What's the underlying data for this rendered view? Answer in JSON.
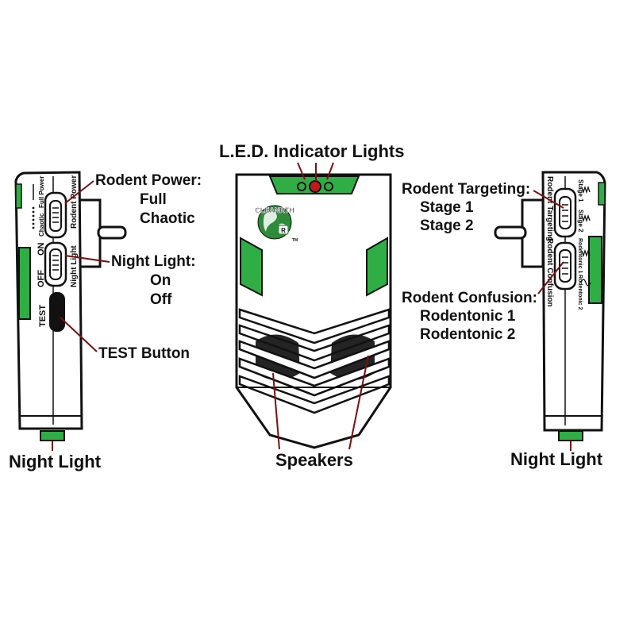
{
  "colors": {
    "accent_green": "#2fae45",
    "outline": "#111111",
    "body_fill": "#ffffff",
    "led_red": "#c8141e",
    "leader_line": "#7a1010",
    "logo_green": "#2e8b3a"
  },
  "labels": {
    "led": "L.E.D. Indicator Lights",
    "rodent_power": "Rodent Power:",
    "rp_full": "Full",
    "rp_chaotic": "Chaotic",
    "night_light": "Night Light:",
    "nl_on": "On",
    "nl_off": "Off",
    "test_button": "TEST Button",
    "night_light_left": "Night Light",
    "speakers": "Speakers",
    "night_light_right": "Night Light",
    "rodent_targeting": "Rodent Targeting:",
    "rt_stage1": "Stage 1",
    "rt_stage2": "Stage 2",
    "rodent_confusion": "Rodent Confusion:",
    "rc_1": "Rodentonic 1",
    "rc_2": "Rodentonic 2"
  },
  "device_left": {
    "full_power": "Full Power",
    "chaotic": "Chaotic",
    "rodent_power": "Rodent Power",
    "on": "ON",
    "off": "OFF",
    "night_light": "Night Light",
    "test": "TEST"
  },
  "device_right": {
    "stage_1": "Stage 1",
    "stage_2": "Stage 2",
    "rodentonic_1": "Rodentonic 1",
    "rodentonic_2": "Rodentonic 2",
    "rodent_targeting": "Rodent Targeting",
    "rodent_confusion": "Rodent Confusion"
  },
  "logo": {
    "brand": "CLEANRTH",
    "badge": "R",
    "tm": "TM"
  }
}
